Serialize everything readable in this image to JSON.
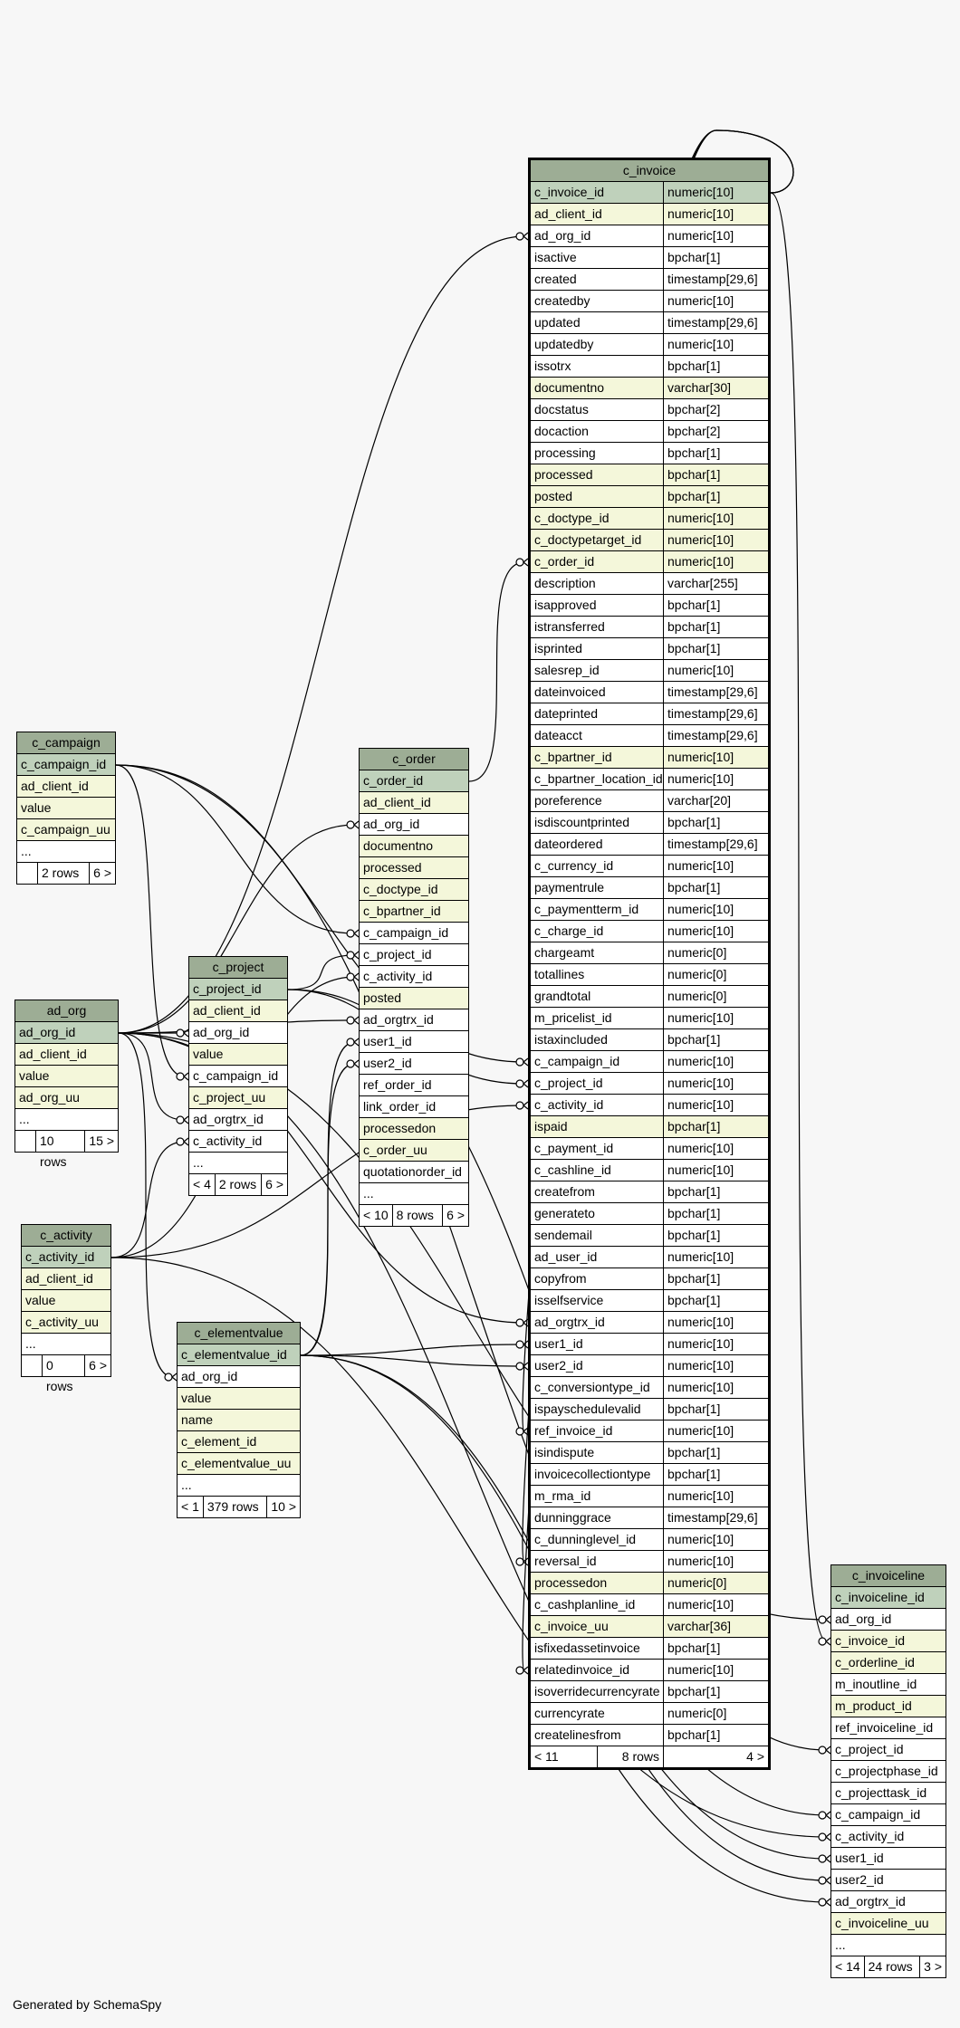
{
  "footer": "Generated by SchemaSpy",
  "colors": {
    "header": "#9dad95",
    "primary_key": "#bfd1bb",
    "indexed": "#f4f7da",
    "column": "#ffffff",
    "edge": "#000000"
  },
  "tables": [
    {
      "id": "c_invoice",
      "name": "c_invoice",
      "main": true,
      "columns": [
        {
          "name": "c_invoice_id",
          "type": "numeric[10]",
          "kind": "pk"
        },
        {
          "name": "ad_client_id",
          "type": "numeric[10]",
          "kind": "idx"
        },
        {
          "name": "ad_org_id",
          "type": "numeric[10]",
          "kind": "fk"
        },
        {
          "name": "isactive",
          "type": "bpchar[1]",
          "kind": "fk"
        },
        {
          "name": "created",
          "type": "timestamp[29,6]",
          "kind": "fk"
        },
        {
          "name": "createdby",
          "type": "numeric[10]",
          "kind": "fk"
        },
        {
          "name": "updated",
          "type": "timestamp[29,6]",
          "kind": "fk"
        },
        {
          "name": "updatedby",
          "type": "numeric[10]",
          "kind": "fk"
        },
        {
          "name": "issotrx",
          "type": "bpchar[1]",
          "kind": "fk"
        },
        {
          "name": "documentno",
          "type": "varchar[30]",
          "kind": "idx"
        },
        {
          "name": "docstatus",
          "type": "bpchar[2]",
          "kind": "fk"
        },
        {
          "name": "docaction",
          "type": "bpchar[2]",
          "kind": "fk"
        },
        {
          "name": "processing",
          "type": "bpchar[1]",
          "kind": "fk"
        },
        {
          "name": "processed",
          "type": "bpchar[1]",
          "kind": "idx"
        },
        {
          "name": "posted",
          "type": "bpchar[1]",
          "kind": "idx"
        },
        {
          "name": "c_doctype_id",
          "type": "numeric[10]",
          "kind": "idx"
        },
        {
          "name": "c_doctypetarget_id",
          "type": "numeric[10]",
          "kind": "idx"
        },
        {
          "name": "c_order_id",
          "type": "numeric[10]",
          "kind": "idx"
        },
        {
          "name": "description",
          "type": "varchar[255]",
          "kind": "fk"
        },
        {
          "name": "isapproved",
          "type": "bpchar[1]",
          "kind": "fk"
        },
        {
          "name": "istransferred",
          "type": "bpchar[1]",
          "kind": "fk"
        },
        {
          "name": "isprinted",
          "type": "bpchar[1]",
          "kind": "fk"
        },
        {
          "name": "salesrep_id",
          "type": "numeric[10]",
          "kind": "fk"
        },
        {
          "name": "dateinvoiced",
          "type": "timestamp[29,6]",
          "kind": "fk"
        },
        {
          "name": "dateprinted",
          "type": "timestamp[29,6]",
          "kind": "fk"
        },
        {
          "name": "dateacct",
          "type": "timestamp[29,6]",
          "kind": "fk"
        },
        {
          "name": "c_bpartner_id",
          "type": "numeric[10]",
          "kind": "idx"
        },
        {
          "name": "c_bpartner_location_id",
          "type": "numeric[10]",
          "kind": "fk"
        },
        {
          "name": "poreference",
          "type": "varchar[20]",
          "kind": "fk"
        },
        {
          "name": "isdiscountprinted",
          "type": "bpchar[1]",
          "kind": "fk"
        },
        {
          "name": "dateordered",
          "type": "timestamp[29,6]",
          "kind": "fk"
        },
        {
          "name": "c_currency_id",
          "type": "numeric[10]",
          "kind": "fk"
        },
        {
          "name": "paymentrule",
          "type": "bpchar[1]",
          "kind": "fk"
        },
        {
          "name": "c_paymentterm_id",
          "type": "numeric[10]",
          "kind": "fk"
        },
        {
          "name": "c_charge_id",
          "type": "numeric[10]",
          "kind": "fk"
        },
        {
          "name": "chargeamt",
          "type": "numeric[0]",
          "kind": "fk"
        },
        {
          "name": "totallines",
          "type": "numeric[0]",
          "kind": "fk"
        },
        {
          "name": "grandtotal",
          "type": "numeric[0]",
          "kind": "fk"
        },
        {
          "name": "m_pricelist_id",
          "type": "numeric[10]",
          "kind": "fk"
        },
        {
          "name": "istaxincluded",
          "type": "bpchar[1]",
          "kind": "fk"
        },
        {
          "name": "c_campaign_id",
          "type": "numeric[10]",
          "kind": "fk"
        },
        {
          "name": "c_project_id",
          "type": "numeric[10]",
          "kind": "fk"
        },
        {
          "name": "c_activity_id",
          "type": "numeric[10]",
          "kind": "fk"
        },
        {
          "name": "ispaid",
          "type": "bpchar[1]",
          "kind": "idx"
        },
        {
          "name": "c_payment_id",
          "type": "numeric[10]",
          "kind": "fk"
        },
        {
          "name": "c_cashline_id",
          "type": "numeric[10]",
          "kind": "fk"
        },
        {
          "name": "createfrom",
          "type": "bpchar[1]",
          "kind": "fk"
        },
        {
          "name": "generateto",
          "type": "bpchar[1]",
          "kind": "fk"
        },
        {
          "name": "sendemail",
          "type": "bpchar[1]",
          "kind": "fk"
        },
        {
          "name": "ad_user_id",
          "type": "numeric[10]",
          "kind": "fk"
        },
        {
          "name": "copyfrom",
          "type": "bpchar[1]",
          "kind": "fk"
        },
        {
          "name": "isselfservice",
          "type": "bpchar[1]",
          "kind": "fk"
        },
        {
          "name": "ad_orgtrx_id",
          "type": "numeric[10]",
          "kind": "fk"
        },
        {
          "name": "user1_id",
          "type": "numeric[10]",
          "kind": "fk"
        },
        {
          "name": "user2_id",
          "type": "numeric[10]",
          "kind": "fk"
        },
        {
          "name": "c_conversiontype_id",
          "type": "numeric[10]",
          "kind": "fk"
        },
        {
          "name": "ispayschedulevalid",
          "type": "bpchar[1]",
          "kind": "fk"
        },
        {
          "name": "ref_invoice_id",
          "type": "numeric[10]",
          "kind": "fk"
        },
        {
          "name": "isindispute",
          "type": "bpchar[1]",
          "kind": "fk"
        },
        {
          "name": "invoicecollectiontype",
          "type": "bpchar[1]",
          "kind": "fk"
        },
        {
          "name": "m_rma_id",
          "type": "numeric[10]",
          "kind": "fk"
        },
        {
          "name": "dunninggrace",
          "type": "timestamp[29,6]",
          "kind": "fk"
        },
        {
          "name": "c_dunninglevel_id",
          "type": "numeric[10]",
          "kind": "fk"
        },
        {
          "name": "reversal_id",
          "type": "numeric[10]",
          "kind": "fk"
        },
        {
          "name": "processedon",
          "type": "numeric[0]",
          "kind": "idx"
        },
        {
          "name": "c_cashplanline_id",
          "type": "numeric[10]",
          "kind": "fk"
        },
        {
          "name": "c_invoice_uu",
          "type": "varchar[36]",
          "kind": "idx"
        },
        {
          "name": "isfixedassetinvoice",
          "type": "bpchar[1]",
          "kind": "fk"
        },
        {
          "name": "relatedinvoice_id",
          "type": "numeric[10]",
          "kind": "fk"
        },
        {
          "name": "isoverridecurrencyrate",
          "type": "bpchar[1]",
          "kind": "fk"
        },
        {
          "name": "currencyrate",
          "type": "numeric[0]",
          "kind": "fk"
        },
        {
          "name": "createlinesfrom",
          "type": "bpchar[1]",
          "kind": "fk"
        }
      ],
      "footer": [
        "< 11",
        "8 rows",
        "4 >"
      ]
    },
    {
      "id": "c_campaign",
      "name": "c_campaign",
      "columns": [
        {
          "name": "c_campaign_id",
          "kind": "pk"
        },
        {
          "name": "ad_client_id",
          "kind": "idx"
        },
        {
          "name": "value",
          "kind": "idx"
        },
        {
          "name": "c_campaign_uu",
          "kind": "idx"
        },
        {
          "name": "...",
          "kind": "fk"
        }
      ],
      "footer": [
        "",
        "2 rows",
        "6 >"
      ]
    },
    {
      "id": "ad_org",
      "name": "ad_org",
      "columns": [
        {
          "name": "ad_org_id",
          "kind": "pk"
        },
        {
          "name": "ad_client_id",
          "kind": "idx"
        },
        {
          "name": "value",
          "kind": "idx"
        },
        {
          "name": "ad_org_uu",
          "kind": "idx"
        },
        {
          "name": "...",
          "kind": "fk"
        }
      ],
      "footer": [
        "",
        "10 rows",
        "15 >"
      ]
    },
    {
      "id": "c_activity",
      "name": "c_activity",
      "columns": [
        {
          "name": "c_activity_id",
          "kind": "pk"
        },
        {
          "name": "ad_client_id",
          "kind": "idx"
        },
        {
          "name": "value",
          "kind": "idx"
        },
        {
          "name": "c_activity_uu",
          "kind": "idx"
        },
        {
          "name": "...",
          "kind": "fk"
        }
      ],
      "footer": [
        "",
        "0 rows",
        "6 >"
      ]
    },
    {
      "id": "c_project",
      "name": "c_project",
      "columns": [
        {
          "name": "c_project_id",
          "kind": "pk"
        },
        {
          "name": "ad_client_id",
          "kind": "idx"
        },
        {
          "name": "ad_org_id",
          "kind": "fk"
        },
        {
          "name": "value",
          "kind": "idx"
        },
        {
          "name": "c_campaign_id",
          "kind": "fk"
        },
        {
          "name": "c_project_uu",
          "kind": "idx"
        },
        {
          "name": "ad_orgtrx_id",
          "kind": "fk"
        },
        {
          "name": "c_activity_id",
          "kind": "fk"
        },
        {
          "name": "...",
          "kind": "fk"
        }
      ],
      "footer": [
        "< 4",
        "2 rows",
        "6 >"
      ]
    },
    {
      "id": "c_order",
      "name": "c_order",
      "columns": [
        {
          "name": "c_order_id",
          "kind": "pk"
        },
        {
          "name": "ad_client_id",
          "kind": "idx"
        },
        {
          "name": "ad_org_id",
          "kind": "fk"
        },
        {
          "name": "documentno",
          "kind": "idx"
        },
        {
          "name": "processed",
          "kind": "idx"
        },
        {
          "name": "c_doctype_id",
          "kind": "idx"
        },
        {
          "name": "c_bpartner_id",
          "kind": "idx"
        },
        {
          "name": "c_campaign_id",
          "kind": "fk"
        },
        {
          "name": "c_project_id",
          "kind": "fk"
        },
        {
          "name": "c_activity_id",
          "kind": "fk"
        },
        {
          "name": "posted",
          "kind": "idx"
        },
        {
          "name": "ad_orgtrx_id",
          "kind": "fk"
        },
        {
          "name": "user1_id",
          "kind": "fk"
        },
        {
          "name": "user2_id",
          "kind": "fk"
        },
        {
          "name": "ref_order_id",
          "kind": "fk"
        },
        {
          "name": "link_order_id",
          "kind": "fk"
        },
        {
          "name": "processedon",
          "kind": "idx"
        },
        {
          "name": "c_order_uu",
          "kind": "idx"
        },
        {
          "name": "quotationorder_id",
          "kind": "fk"
        },
        {
          "name": "...",
          "kind": "fk"
        }
      ],
      "footer": [
        "< 10",
        "8 rows",
        "6 >"
      ]
    },
    {
      "id": "c_elementvalue",
      "name": "c_elementvalue",
      "columns": [
        {
          "name": "c_elementvalue_id",
          "kind": "pk"
        },
        {
          "name": "ad_org_id",
          "kind": "fk"
        },
        {
          "name": "value",
          "kind": "idx"
        },
        {
          "name": "name",
          "kind": "idx"
        },
        {
          "name": "c_element_id",
          "kind": "idx"
        },
        {
          "name": "c_elementvalue_uu",
          "kind": "idx"
        },
        {
          "name": "...",
          "kind": "fk"
        }
      ],
      "footer": [
        "< 1",
        "379 rows",
        "10 >"
      ]
    },
    {
      "id": "c_invoiceline",
      "name": "c_invoiceline",
      "columns": [
        {
          "name": "c_invoiceline_id",
          "kind": "pk"
        },
        {
          "name": "ad_org_id",
          "kind": "fk"
        },
        {
          "name": "c_invoice_id",
          "kind": "idx"
        },
        {
          "name": "c_orderline_id",
          "kind": "idx"
        },
        {
          "name": "m_inoutline_id",
          "kind": "fk"
        },
        {
          "name": "m_product_id",
          "kind": "idx"
        },
        {
          "name": "ref_invoiceline_id",
          "kind": "fk"
        },
        {
          "name": "c_project_id",
          "kind": "fk"
        },
        {
          "name": "c_projectphase_id",
          "kind": "fk"
        },
        {
          "name": "c_projecttask_id",
          "kind": "fk"
        },
        {
          "name": "c_campaign_id",
          "kind": "fk"
        },
        {
          "name": "c_activity_id",
          "kind": "fk"
        },
        {
          "name": "user1_id",
          "kind": "fk"
        },
        {
          "name": "user2_id",
          "kind": "fk"
        },
        {
          "name": "ad_orgtrx_id",
          "kind": "fk"
        },
        {
          "name": "c_invoiceline_uu",
          "kind": "idx"
        },
        {
          "name": "...",
          "kind": "fk"
        }
      ],
      "footer": [
        "< 14",
        "24 rows",
        "3 >"
      ]
    }
  ],
  "relationships": [
    {
      "from": "c_campaign.c_campaign_id",
      "to": "c_invoice.c_campaign_id"
    },
    {
      "from": "c_campaign.c_campaign_id",
      "to": "c_order.c_campaign_id"
    },
    {
      "from": "c_campaign.c_campaign_id",
      "to": "c_project.c_campaign_id"
    },
    {
      "from": "c_campaign.c_campaign_id",
      "to": "c_invoiceline.c_campaign_id"
    },
    {
      "from": "ad_org.ad_org_id",
      "to": "c_invoice.ad_org_id"
    },
    {
      "from": "ad_org.ad_org_id",
      "to": "c_invoice.ad_orgtrx_id"
    },
    {
      "from": "ad_org.ad_org_id",
      "to": "c_order.ad_org_id"
    },
    {
      "from": "ad_org.ad_org_id",
      "to": "c_order.ad_orgtrx_id"
    },
    {
      "from": "ad_org.ad_org_id",
      "to": "c_project.ad_org_id"
    },
    {
      "from": "ad_org.ad_org_id",
      "to": "c_project.ad_orgtrx_id"
    },
    {
      "from": "ad_org.ad_org_id",
      "to": "c_elementvalue.ad_org_id"
    },
    {
      "from": "ad_org.ad_org_id",
      "to": "c_invoiceline.ad_org_id"
    },
    {
      "from": "ad_org.ad_org_id",
      "to": "c_invoiceline.ad_orgtrx_id"
    },
    {
      "from": "c_activity.c_activity_id",
      "to": "c_invoice.c_activity_id"
    },
    {
      "from": "c_activity.c_activity_id",
      "to": "c_order.c_activity_id"
    },
    {
      "from": "c_activity.c_activity_id",
      "to": "c_project.c_activity_id"
    },
    {
      "from": "c_activity.c_activity_id",
      "to": "c_invoiceline.c_activity_id"
    },
    {
      "from": "c_project.c_project_id",
      "to": "c_invoice.c_project_id"
    },
    {
      "from": "c_project.c_project_id",
      "to": "c_order.c_project_id"
    },
    {
      "from": "c_project.c_project_id",
      "to": "c_invoiceline.c_project_id"
    },
    {
      "from": "c_order.c_order_id",
      "to": "c_invoice.c_order_id"
    },
    {
      "from": "c_elementvalue.c_elementvalue_id",
      "to": "c_invoice.user1_id"
    },
    {
      "from": "c_elementvalue.c_elementvalue_id",
      "to": "c_invoice.user2_id"
    },
    {
      "from": "c_elementvalue.c_elementvalue_id",
      "to": "c_order.user1_id"
    },
    {
      "from": "c_elementvalue.c_elementvalue_id",
      "to": "c_order.user2_id"
    },
    {
      "from": "c_elementvalue.c_elementvalue_id",
      "to": "c_invoiceline.user1_id"
    },
    {
      "from": "c_elementvalue.c_elementvalue_id",
      "to": "c_invoiceline.user2_id"
    },
    {
      "from": "c_invoice.c_invoice_id",
      "to": "c_invoice.ref_invoice_id"
    },
    {
      "from": "c_invoice.c_invoice_id",
      "to": "c_invoice.reversal_id"
    },
    {
      "from": "c_invoice.c_invoice_id",
      "to": "c_invoice.relatedinvoice_id"
    },
    {
      "from": "c_invoice.c_invoice_id",
      "to": "c_invoiceline.c_invoice_id"
    }
  ]
}
